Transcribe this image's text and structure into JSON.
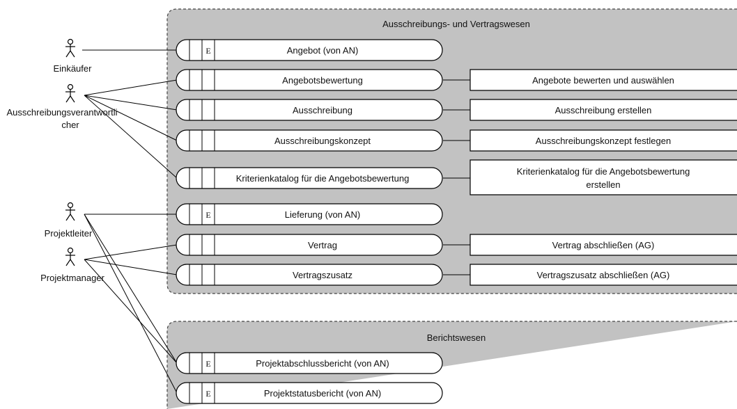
{
  "groups": [
    {
      "title": "Ausschreibungs- und Vertragswesen"
    },
    {
      "title": "Berichtswesen"
    }
  ],
  "actors": [
    {
      "name": "Einkäufer"
    },
    {
      "name_line1": "Ausschreibungsverantwortli",
      "name_line2": "cher"
    },
    {
      "name": "Projektleiter"
    },
    {
      "name": "Projektmanager"
    }
  ],
  "objects": [
    {
      "label": "Angebot (von AN)",
      "marker": "E"
    },
    {
      "label": "Angebotsbewertung",
      "marker": ""
    },
    {
      "label": "Ausschreibung",
      "marker": ""
    },
    {
      "label": "Ausschreibungskonzept",
      "marker": ""
    },
    {
      "label": "Kriterienkatalog für die Angebotsbewertung",
      "marker": ""
    },
    {
      "label": "Lieferung (von AN)",
      "marker": "E"
    },
    {
      "label": "Vertrag",
      "marker": ""
    },
    {
      "label": "Vertragszusatz",
      "marker": ""
    },
    {
      "label": "Projektabschlussbericht (von AN)",
      "marker": "E"
    },
    {
      "label": "Projektstatusbericht (von AN)",
      "marker": "E"
    }
  ],
  "activities": [
    {
      "label": "Angebote bewerten und auswählen"
    },
    {
      "label": "Ausschreibung erstellen"
    },
    {
      "label": "Ausschreibungskonzept festlegen"
    },
    {
      "label_line1": "Kriterienkatalog für die Angebotsbewertung",
      "label_line2": "erstellen"
    },
    {
      "label": "Vertrag abschließen (AG)"
    },
    {
      "label": "Vertragszusatz abschließen (AG)"
    }
  ]
}
